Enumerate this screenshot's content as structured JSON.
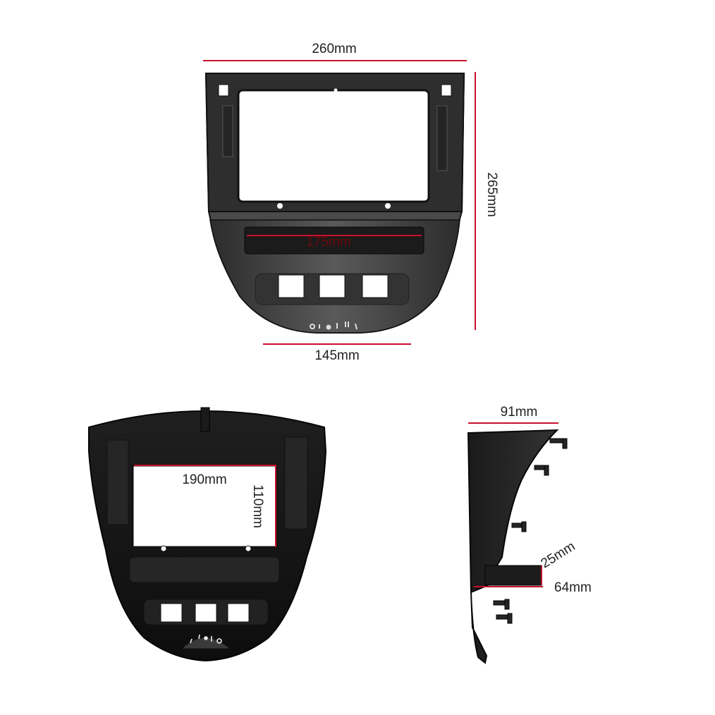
{
  "dimensions": {
    "front_top_width": "260mm",
    "front_height": "265mm",
    "front_window_width": "175mm",
    "front_bottom_width": "145mm",
    "back_opening_width": "190mm",
    "back_opening_height": "110mm",
    "side_top_depth": "91mm",
    "side_pocket_height": "25mm",
    "side_pocket_depth": "64mm"
  },
  "colors": {
    "dimension_line": "#c8102e",
    "panel": "#2b2b2b",
    "panel_dark": "#161616",
    "background": "#ffffff"
  }
}
